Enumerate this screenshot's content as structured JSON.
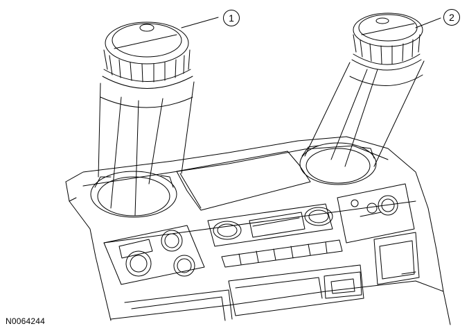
{
  "callouts": [
    {
      "label": "1"
    },
    {
      "label": "2"
    }
  ],
  "figure_id": "N0064244"
}
